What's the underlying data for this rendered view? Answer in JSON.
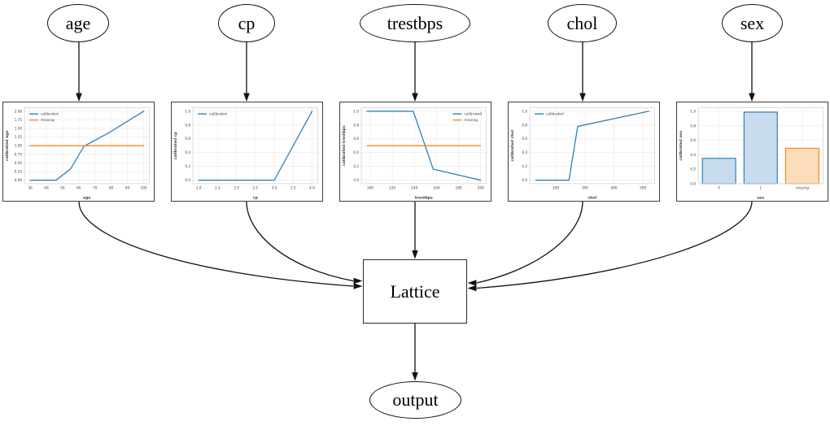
{
  "diagram": {
    "inputs": [
      {
        "id": "age",
        "label": "age"
      },
      {
        "id": "cp",
        "label": "cp"
      },
      {
        "id": "trestbps",
        "label": "trestbps"
      },
      {
        "id": "chol",
        "label": "chol"
      },
      {
        "id": "sex",
        "label": "sex"
      }
    ],
    "lattice_label": "Lattice",
    "output_label": "output",
    "edges": [
      {
        "from": "age",
        "to": "calibration-plot-age"
      },
      {
        "from": "cp",
        "to": "calibration-plot-cp"
      },
      {
        "from": "trestbps",
        "to": "calibration-plot-trestbps"
      },
      {
        "from": "chol",
        "to": "calibration-plot-chol"
      },
      {
        "from": "sex",
        "to": "calibration-plot-sex"
      },
      {
        "from": "calibration-plot-age",
        "to": "Lattice"
      },
      {
        "from": "calibration-plot-cp",
        "to": "Lattice"
      },
      {
        "from": "calibration-plot-trestbps",
        "to": "Lattice"
      },
      {
        "from": "calibration-plot-chol",
        "to": "Lattice"
      },
      {
        "from": "calibration-plot-sex",
        "to": "Lattice"
      },
      {
        "from": "Lattice",
        "to": "output"
      }
    ]
  },
  "colors": {
    "calibrated_line": "#1f77b4",
    "missing_line": "#ff7f0e",
    "bar_blue_fill": "#c9dcee",
    "bar_orange_fill": "#fbdcbb",
    "grid": "#ebebeb",
    "axes_frame": "#d4d4d4",
    "tick_text": "#3d3d3d",
    "edge_stroke": "#111111"
  },
  "chart_data": [
    {
      "id": "age",
      "type": "line",
      "xlabel": "age",
      "ylabel": "calibrated age",
      "xlim": [
        26.5,
        103.5
      ],
      "ylim": [
        -0.1,
        2.1
      ],
      "xticks": [
        30,
        40,
        50,
        60,
        70,
        80,
        90,
        100
      ],
      "xtick_labels": [
        "30",
        "40",
        "50",
        "60",
        "70",
        "80",
        "90",
        "100"
      ],
      "yticks": [
        0,
        0.25,
        0.5,
        0.75,
        1.0,
        1.25,
        1.5,
        1.75,
        2.0
      ],
      "ytick_labels": [
        "0.00",
        "0.25",
        "0.50",
        "0.75",
        "1.00",
        "1.25",
        "1.50",
        "1.75",
        "2.00"
      ],
      "legend_position": "top-left",
      "grid": true,
      "series": [
        {
          "name": "calibrated",
          "color": "#1f77b4",
          "points": [
            [
              30,
              0
            ],
            [
              46,
              0
            ],
            [
              55,
              0.33
            ],
            [
              63,
              0.97
            ],
            [
              65,
              1.03
            ],
            [
              78,
              1.36
            ],
            [
              100,
              2.0
            ]
          ]
        },
        {
          "name": "missing",
          "color": "#ff7f0e",
          "points": [
            [
              30,
              1.0
            ],
            [
              100,
              1.0
            ]
          ]
        }
      ]
    },
    {
      "id": "cp",
      "type": "line",
      "xlabel": "cp",
      "ylabel": "calibrated cp",
      "xlim": [
        0.85,
        4.15
      ],
      "ylim": [
        -0.05,
        1.05
      ],
      "xticks": [
        1.0,
        1.5,
        2.0,
        2.5,
        3.0,
        3.5,
        4.0
      ],
      "xtick_labels": [
        "1.0",
        "1.5",
        "2.0",
        "2.5",
        "3.0",
        "3.5",
        "4.0"
      ],
      "yticks": [
        0,
        0.2,
        0.4,
        0.6,
        0.8,
        1.0
      ],
      "ytick_labels": [
        "0.0",
        "0.2",
        "0.4",
        "0.6",
        "0.8",
        "1.0"
      ],
      "legend_position": "top-left",
      "grid": true,
      "series": [
        {
          "name": "calibrated",
          "color": "#1f77b4",
          "points": [
            [
              1.0,
              0
            ],
            [
              3.0,
              0
            ],
            [
              4.0,
              1.0
            ]
          ]
        }
      ]
    },
    {
      "id": "trestbps",
      "type": "line",
      "xlabel": "trestbps",
      "ylabel": "calibrated trestbps",
      "xlim": [
        92,
        205
      ],
      "ylim": [
        -0.05,
        1.05
      ],
      "xticks": [
        100,
        120,
        140,
        160,
        180,
        200
      ],
      "xtick_labels": [
        "100",
        "120",
        "140",
        "160",
        "180",
        "200"
      ],
      "yticks": [
        0,
        0.2,
        0.4,
        0.6,
        0.8,
        1.0
      ],
      "ytick_labels": [
        "0.0",
        "0.2",
        "0.4",
        "0.6",
        "0.8",
        "1.0"
      ],
      "legend_position": "top-right",
      "grid": true,
      "series": [
        {
          "name": "calibrated",
          "color": "#1f77b4",
          "points": [
            [
              97,
              1.0
            ],
            [
              139,
              1.0
            ],
            [
              157,
              0.16
            ],
            [
              200,
              0.0
            ]
          ]
        },
        {
          "name": "missing",
          "color": "#ff7f0e",
          "points": [
            [
              97,
              0.5
            ],
            [
              200,
              0.5
            ]
          ]
        }
      ]
    },
    {
      "id": "chol",
      "type": "line",
      "xlabel": "chol",
      "ylabel": "calibrated chol",
      "xlim": [
        110,
        540
      ],
      "ylim": [
        -0.05,
        1.05
      ],
      "xticks": [
        200,
        300,
        400,
        500
      ],
      "xtick_labels": [
        "200",
        "300",
        "400",
        "500"
      ],
      "yticks": [
        0,
        0.2,
        0.4,
        0.6,
        0.8,
        1.0
      ],
      "ytick_labels": [
        "0.0",
        "0.2",
        "0.4",
        "0.6",
        "0.8",
        "1.0"
      ],
      "legend_position": "top-left",
      "grid": true,
      "series": [
        {
          "name": "calibrated",
          "color": "#1f77b4",
          "points": [
            [
              130,
              0
            ],
            [
              245,
              0
            ],
            [
              275,
              0.78
            ],
            [
              520,
              1.0
            ]
          ]
        }
      ]
    },
    {
      "id": "sex",
      "type": "bar",
      "xlabel": "sex",
      "ylabel": "calibrated sex",
      "categories": [
        "0",
        "1",
        "missing"
      ],
      "values": [
        0.35,
        0.99,
        0.49
      ],
      "bar_fills": [
        "#c9dcee",
        "#c9dcee",
        "#fbdcbb"
      ],
      "bar_edges": [
        "#1f77b4",
        "#1f77b4",
        "#ff7f0e"
      ],
      "ylim": [
        0,
        1.05
      ],
      "yticks": [
        0,
        0.2,
        0.4,
        0.6,
        0.8,
        1.0
      ],
      "ytick_labels": [
        "0.0",
        "0.2",
        "0.4",
        "0.6",
        "0.8",
        "1.0"
      ],
      "grid": true
    }
  ]
}
